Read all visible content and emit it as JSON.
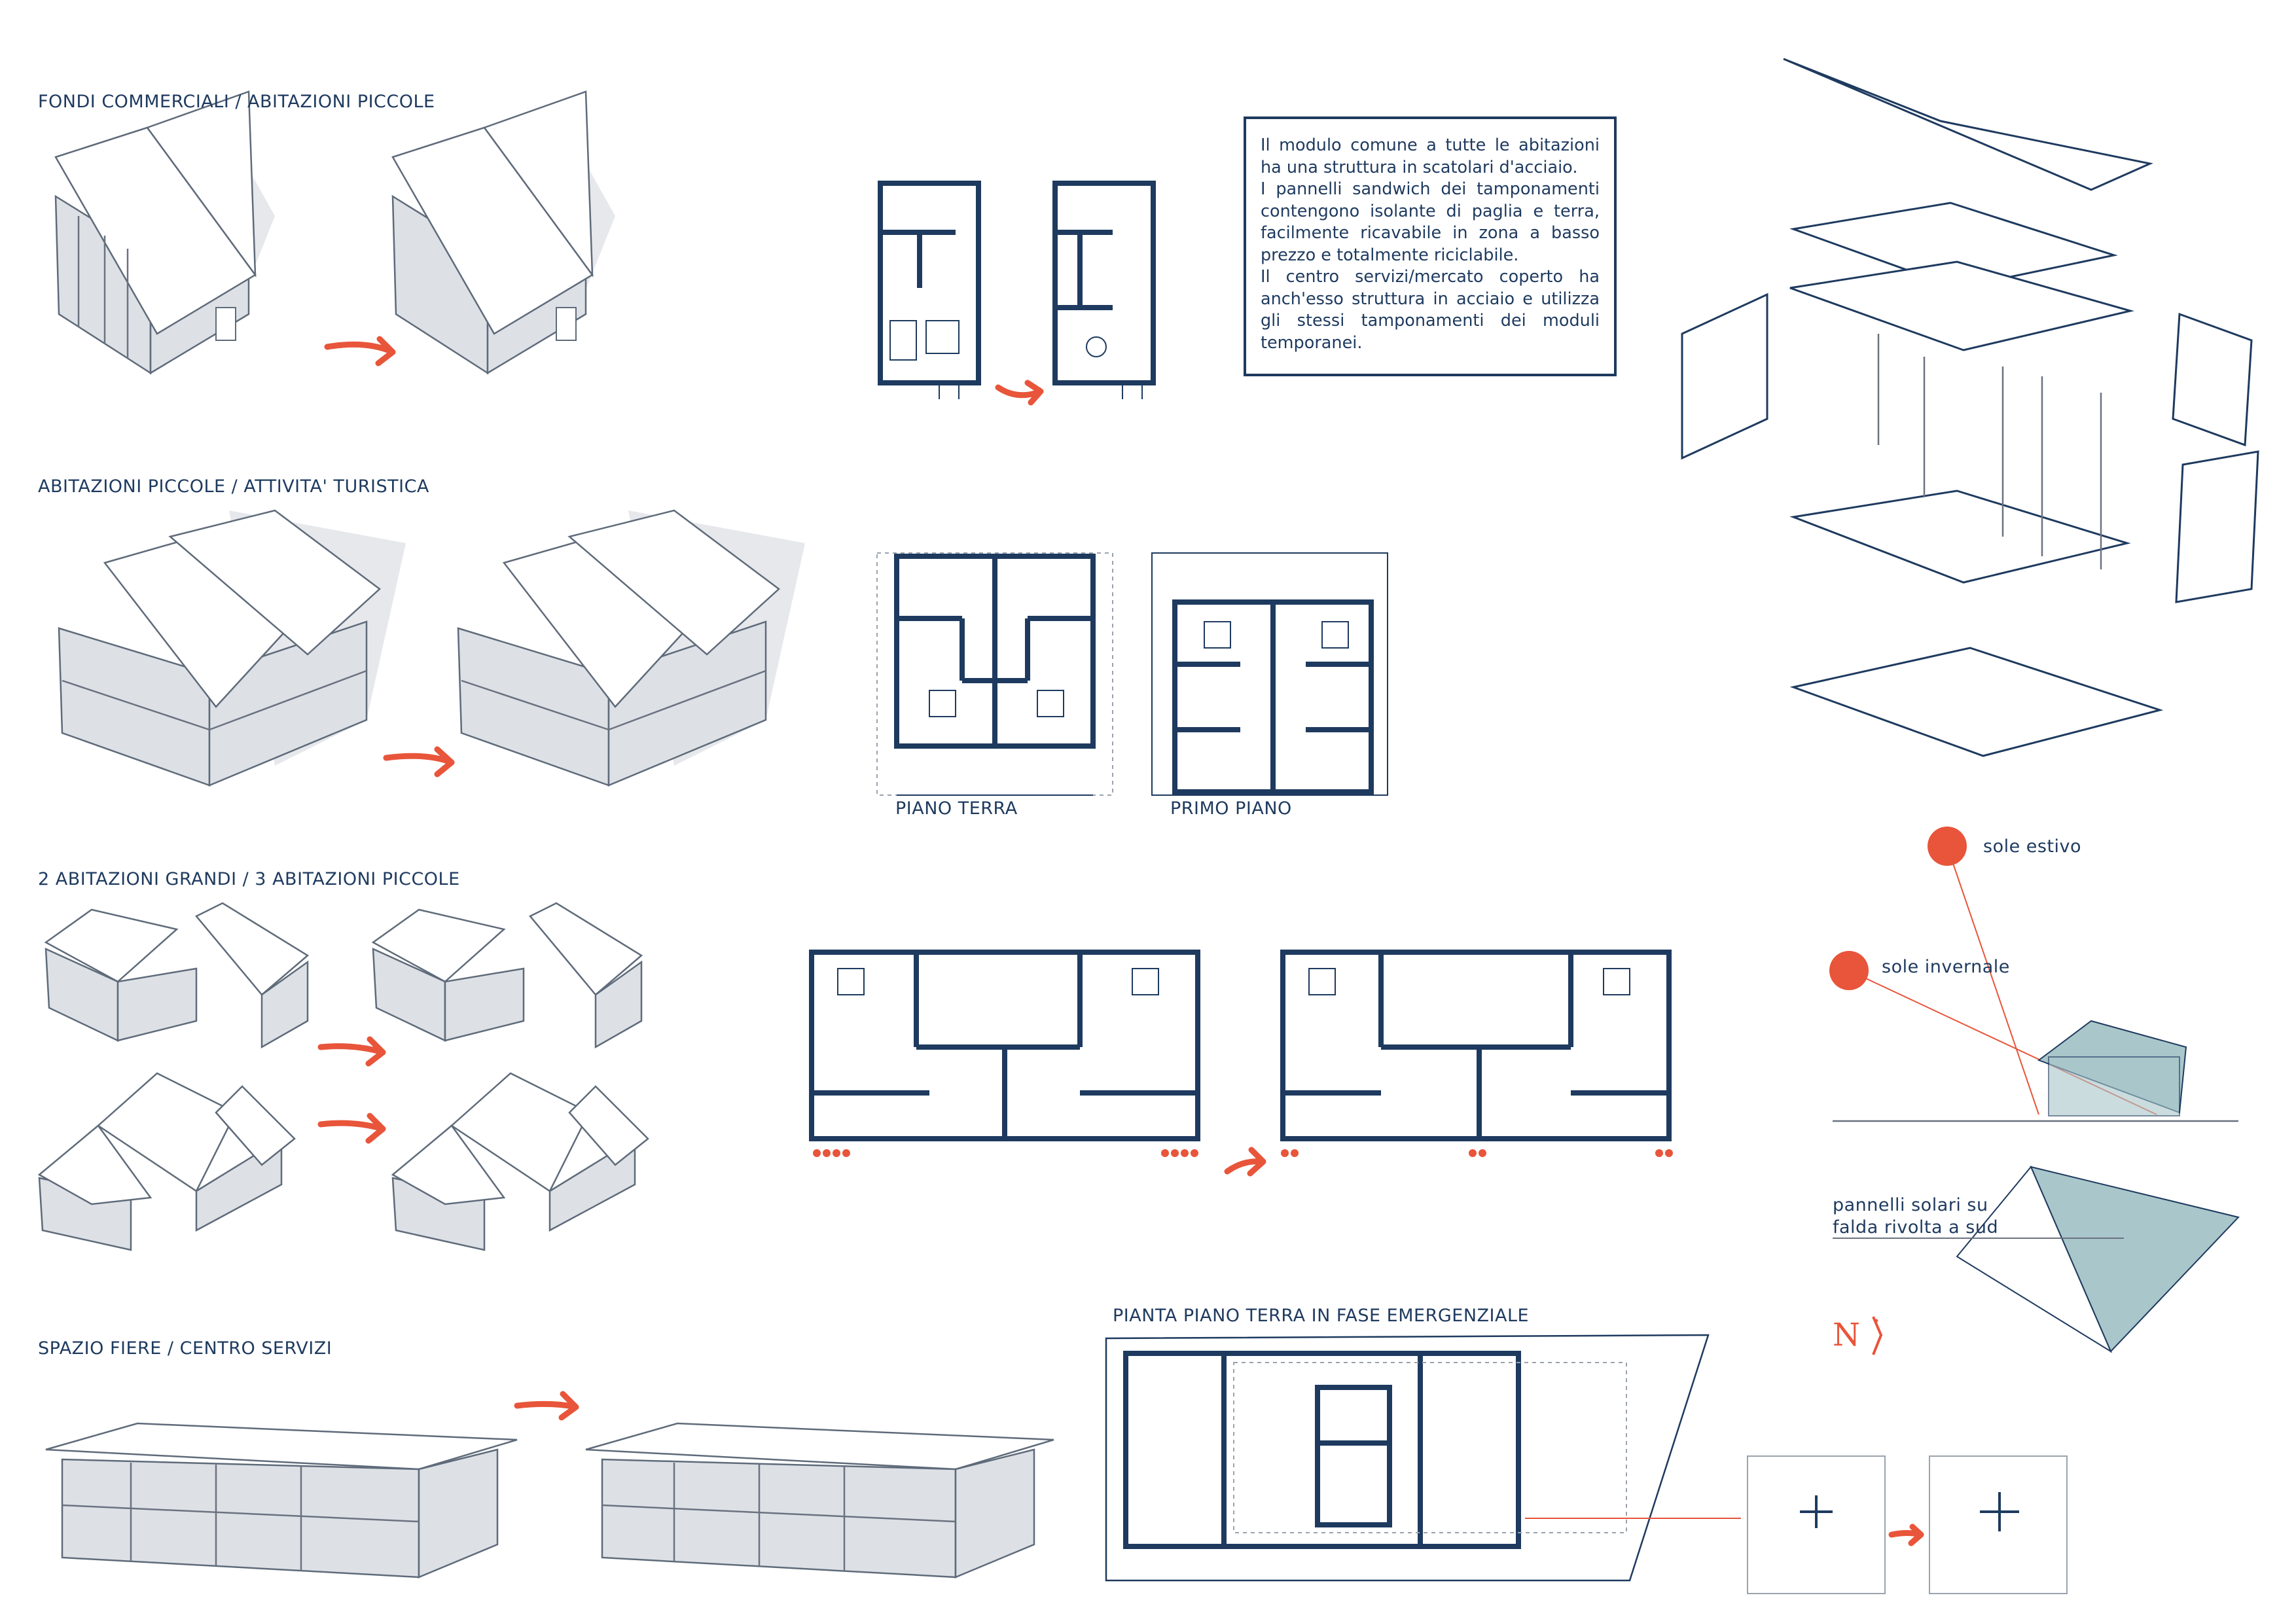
{
  "sections": {
    "s1": "FONDI COMMERCIALI / ABITAZIONI PICCOLE",
    "s2": "ABITAZIONI PICCOLE / ATTIVITA' TURISTICA",
    "s3": "2 ABITAZIONI GRANDI / 3 ABITAZIONI PICCOLE",
    "s4": "SPAZIO FIERE / CENTRO SERVIZI"
  },
  "plans": {
    "ground": "PIANO TERRA",
    "first": "PRIMO PIANO",
    "emergency": "PIANTA PIANO TERRA IN FASE EMERGENZIALE"
  },
  "note": {
    "p1": "Il modulo comune a tutte le abitazioni ha una struttura in scatolari d'acciaio.",
    "p2": "I pannelli sandwich dei tamponamenti contengono isolante di paglia e terra, facilmente ricavabile in zona a basso prezzo e totalmente riciclabile.",
    "p3": "Il centro servizi/mercato coperto ha anch'esso struttura in acciaio e utilizza gli stessi tamponamenti dei moduli temporanei."
  },
  "sun": {
    "summer": "sole estivo",
    "winter": "sole invernale"
  },
  "solar": {
    "line1": "pannelli solari su",
    "line2": "falda rivolta a sud"
  },
  "north": "N",
  "colors": {
    "ink": "#1e3a5f",
    "accent": "#e8553a",
    "panel": "#a9c6ca"
  }
}
